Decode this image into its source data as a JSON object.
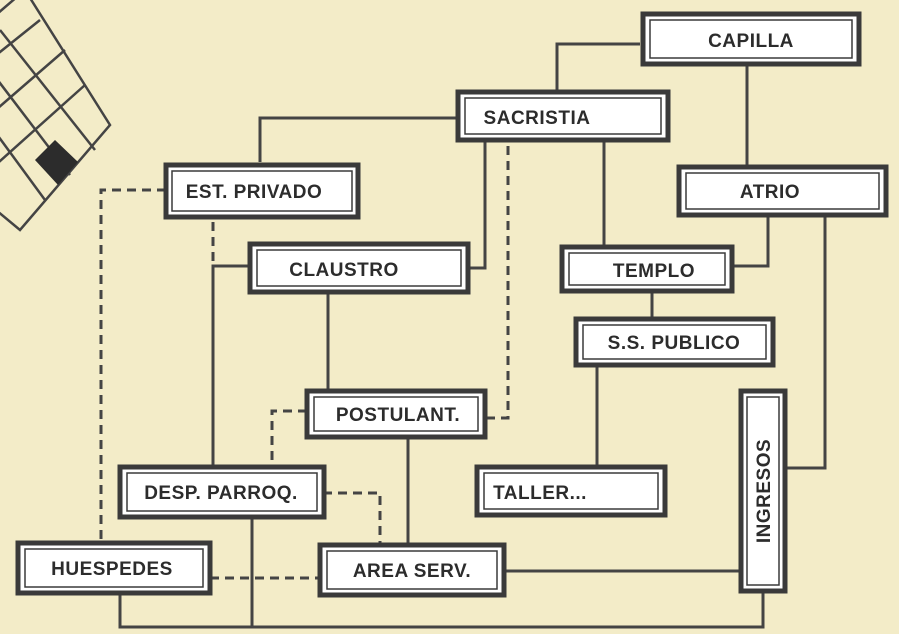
{
  "nodes": {
    "capilla": "CAPILLA",
    "sacristia": "SACRISTIA",
    "est_privado": "EST. PRIVADO",
    "atrio": "ATRIO",
    "claustro": "CLAUSTRO",
    "templo": "TEMPLO",
    "ss_publico": "S.S. PUBLICO",
    "postulant": "POSTULANT.",
    "ingresos": "INGRESOS",
    "desp_parroq": "DESP. PARROQ.",
    "taller": "TALLER...",
    "huespedes": "HUESPEDES",
    "area_serv": "AREA SERV."
  },
  "colors": {
    "paper": "#f3ecc8",
    "ink": "#3a3a3a",
    "box_fill": "#ffffff"
  }
}
